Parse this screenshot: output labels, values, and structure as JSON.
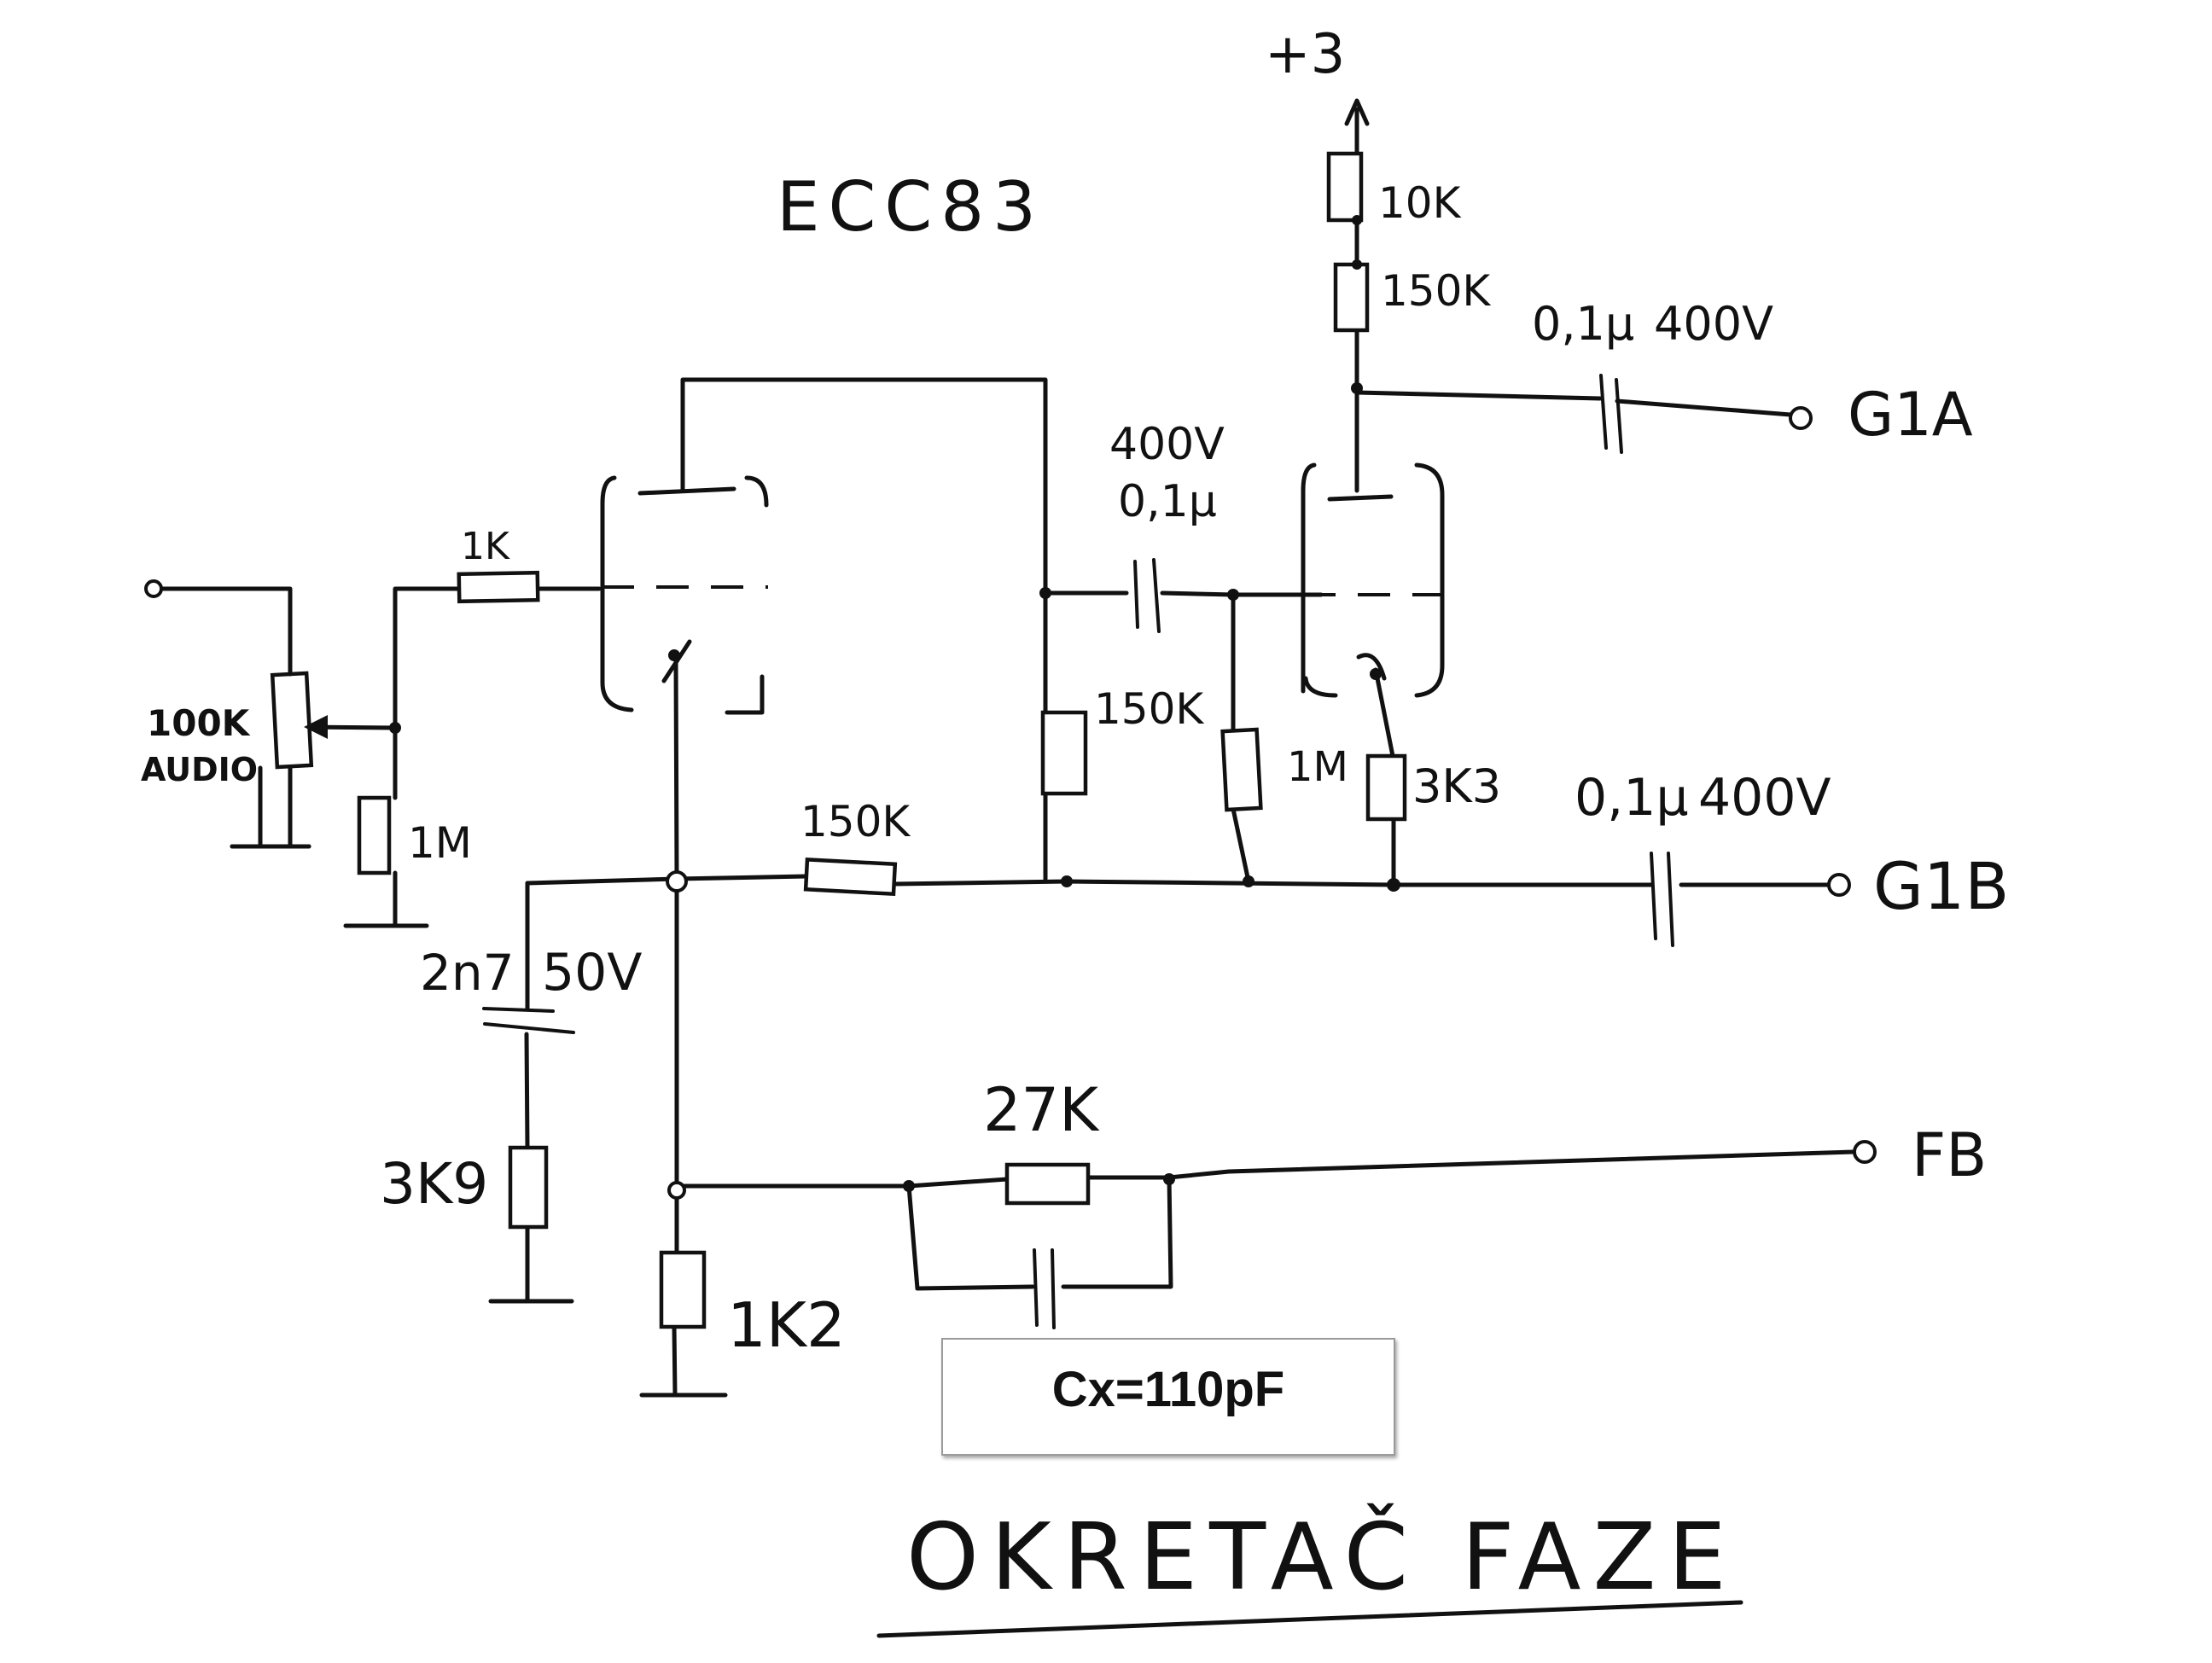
{
  "tube_type": "ECC83",
  "supply": "+3",
  "labels": {
    "r_in_1k": "1K",
    "pot": "100K",
    "pot_taper": "AUDIO",
    "r_grid_1m": "1M",
    "r_plate_10k": "10K",
    "r_plate_150k_top": "150K",
    "c_out_a_value": "0,1μ",
    "c_out_a_voltage": "400V",
    "c_couple_voltage": "400V",
    "c_couple_value": "0,1μ",
    "r_150k_mid": "150K",
    "r_1m_grid2": "1M",
    "r_3k3": "3K3",
    "c_out_b_value": "0,1μ",
    "c_out_b_voltage": "400V",
    "r_150k_bus": "150K",
    "c_2n7": "2n7",
    "c_2n7_voltage": "50V",
    "r_3k9": "3K9",
    "r_27k": "27K",
    "r_1k2": "1K2"
  },
  "outputs": {
    "g1a": "G1A",
    "g1b": "G1B",
    "fb": "FB"
  },
  "note": "Cx=110pF",
  "title": "OKRETAČ FAZE"
}
